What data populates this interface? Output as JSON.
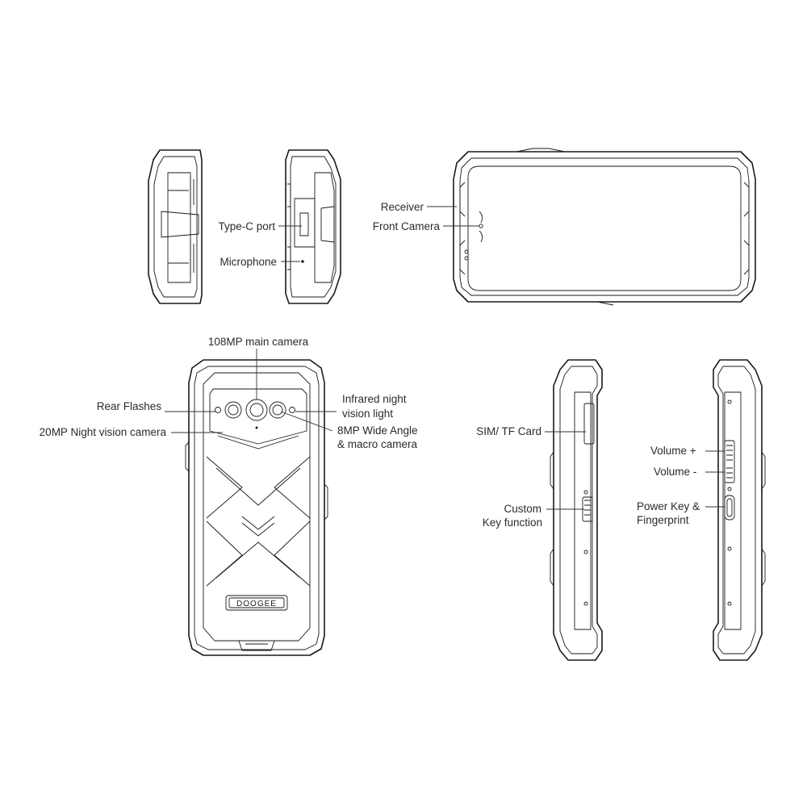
{
  "labels": {
    "type_c_port": "Type-C port",
    "microphone": "Microphone",
    "receiver": "Receiver",
    "front_camera": "Front Camera",
    "main_camera": "108MP main camera",
    "rear_flashes": "Rear Flashes",
    "night_vision_camera": "20MP Night vision camera",
    "infrared_1": "Infrared night",
    "infrared_2": "vision light",
    "wide_angle_1": "8MP  Wide Angle",
    "wide_angle_2": "& macro camera",
    "sim_card": "SIM/ TF Card",
    "custom_1": "Custom",
    "custom_2": "Key function",
    "volume_up": "Volume +",
    "volume_down": "Volume -",
    "power_1": "Power Key &",
    "power_2": "Fingerprint"
  },
  "brand": "DOOGEE",
  "colors": {
    "line": "#1a1a1a",
    "text": "#2b2b2b",
    "background": "#ffffff"
  }
}
